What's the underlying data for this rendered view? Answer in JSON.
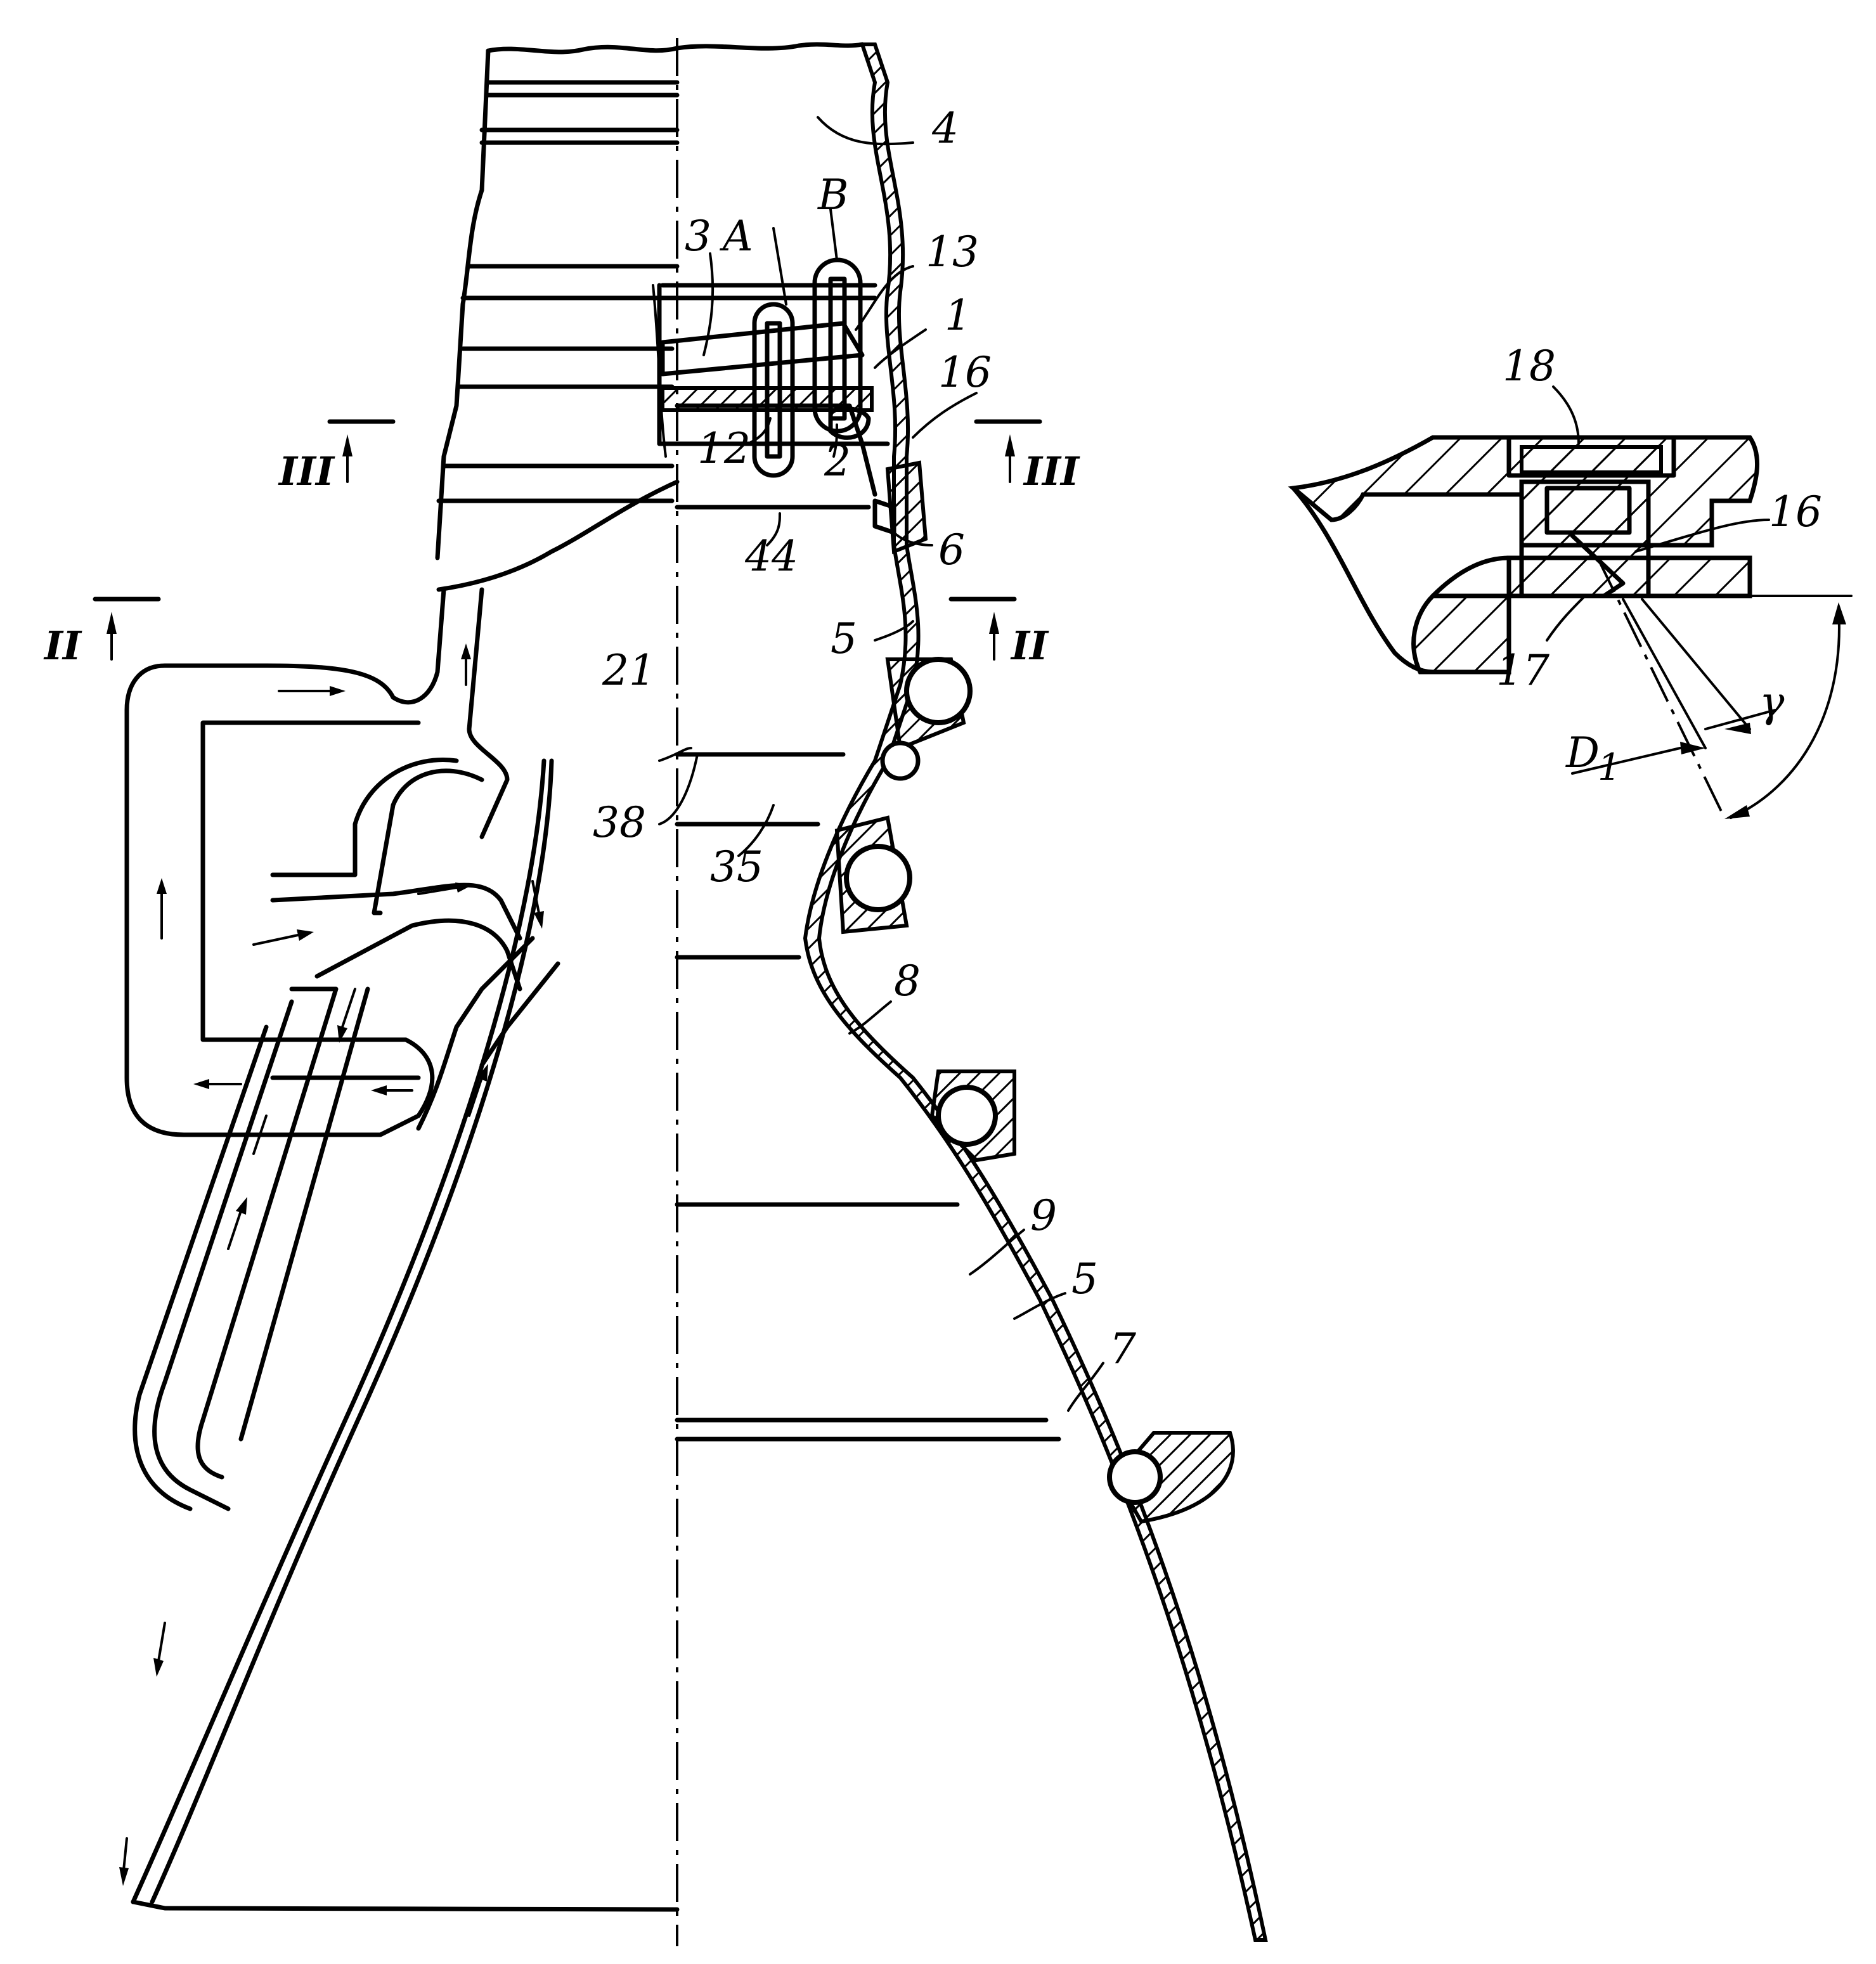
{
  "labels": {
    "l4": "4",
    "l3": "3",
    "lA": "A",
    "lB": "B",
    "l13": "13",
    "l1": "1",
    "l16": "16",
    "l12": "12",
    "l2": "2",
    "l44": "44",
    "l6": "6",
    "l5a": "5",
    "l21": "21",
    "l38": "38",
    "l35": "35",
    "l8": "8",
    "l9": "9",
    "l5b": "5",
    "l7": "7",
    "l18": "18",
    "l16d": "16",
    "l17": "17",
    "lD1": "D",
    "lD1sub": "1",
    "lgamma": "γ"
  },
  "sections": {
    "s3_left": "III",
    "s3_right": "III",
    "s2_left": "II",
    "s2_right": "II"
  }
}
